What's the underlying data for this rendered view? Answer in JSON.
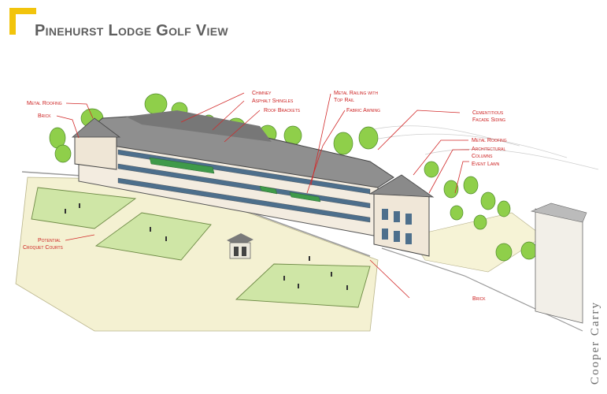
{
  "header": {
    "title": "Pinehurst Lodge Golf View",
    "accent_color": "#f2c40c"
  },
  "brand": {
    "name": "Cooper Carry"
  },
  "annotation_color": "#cc1f1f",
  "labels": {
    "metal_roofing_left": "Metal Roofing",
    "brick_left": "Brick",
    "chimney": "Chimney",
    "asphalt_shingles": "Asphalt Shingles",
    "roof_brackets": "Roof Brackets",
    "metal_railing_1": "Metal Railing with",
    "metal_railing_2": "Top Rail",
    "fabric_awning": "Fabric Awning",
    "cementitious_1": "Cementitious",
    "cementitious_2": "Facade Siding",
    "metal_roofing_right": "Metal Roofing",
    "arch_columns_1": "Architectural",
    "arch_columns_2": "Columns",
    "event_lawn": "Event Lawn",
    "croquet_1": "Potential",
    "croquet_2": "Croquet Courts",
    "brick_bottom": "Brick"
  }
}
